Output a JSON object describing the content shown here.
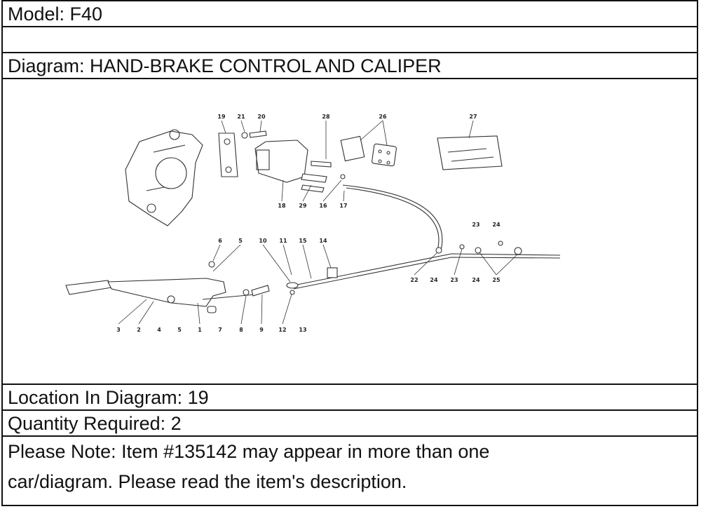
{
  "model": "Model: F40",
  "diagram_title": "Diagram: HAND-BRAKE CONTROL AND CALIPER",
  "location": "Location In Diagram: 19",
  "quantity": "Quantity Required: 2",
  "note_line1": "Please Note: Item #135142 may appear in more than one",
  "note_line2": "car/diagram. Please read the item's description.",
  "part_labels": [
    "19",
    "21",
    "20",
    "28",
    "26",
    "27",
    "18",
    "29",
    "16",
    "17",
    "23",
    "24",
    "6",
    "5",
    "10",
    "11",
    "15",
    "14",
    "22",
    "24",
    "23",
    "24",
    "25",
    "3",
    "2",
    "4",
    "5",
    "1",
    "7",
    "8",
    "9",
    "12",
    "13"
  ]
}
